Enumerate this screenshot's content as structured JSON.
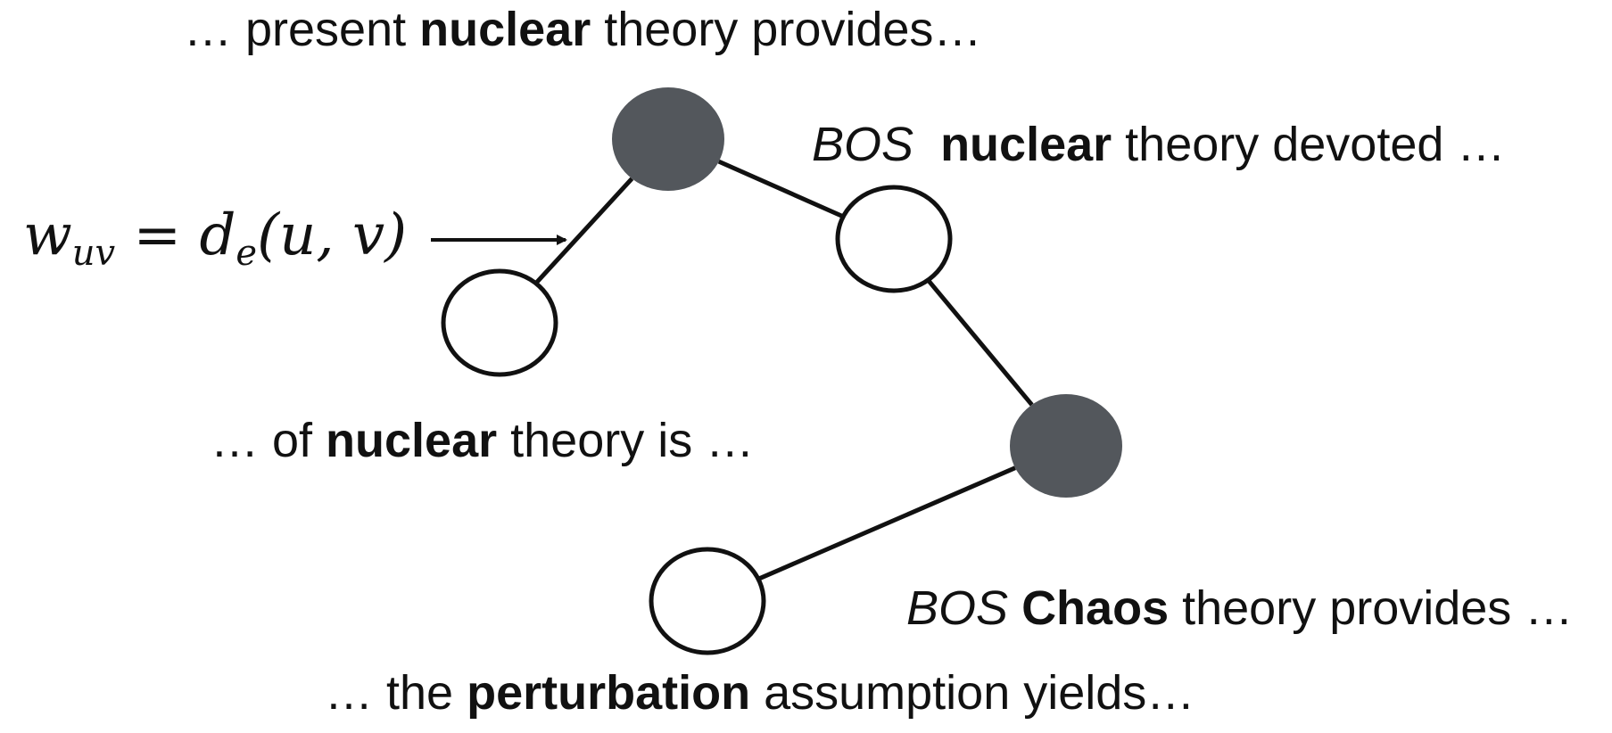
{
  "snippets": {
    "top_left": {
      "before": "… present ",
      "bold": "nuclear",
      "after": " theory provides…"
    },
    "top_right": {
      "italic": "BOS",
      "bold": "nuclear",
      "after": " theory devoted  …"
    },
    "middle_left": {
      "before": "…  of ",
      "bold": "nuclear",
      "after": " theory is …"
    },
    "bottom_right": {
      "italic": "BOS",
      "bold": "Chaos",
      "after": " theory provides …"
    },
    "bottom": {
      "before": "… the  ",
      "bold": "perturbation",
      "after": " assumption yields…"
    }
  },
  "formula": {
    "lhs": "w",
    "lhs_sub": "uv",
    "equals": " = ",
    "fn": "d",
    "fn_sub": "e",
    "args": "(u, v)"
  },
  "nodes": [
    {
      "id": "n1",
      "kind": "filled"
    },
    {
      "id": "n2",
      "kind": "open"
    },
    {
      "id": "n3",
      "kind": "open"
    },
    {
      "id": "n4",
      "kind": "filled"
    },
    {
      "id": "n5",
      "kind": "open"
    }
  ],
  "edges": [
    {
      "from": "n2",
      "to": "n1"
    },
    {
      "from": "n1",
      "to": "n3"
    },
    {
      "from": "n3",
      "to": "n4"
    },
    {
      "from": "n4",
      "to": "n5"
    }
  ],
  "colors": {
    "filled_node": "#53575c",
    "open_node_fill": "#ffffff",
    "stroke": "#111111"
  }
}
